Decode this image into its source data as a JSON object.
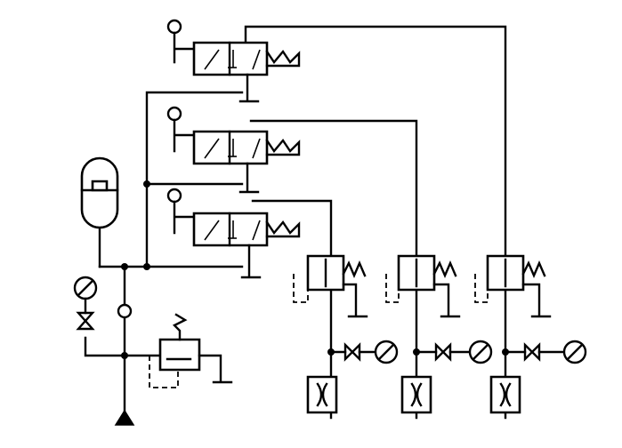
{
  "diagram": {
    "kind": "hydraulic-pneumatic schematic",
    "components": {
      "directional_valves": 3,
      "pressure_valves": 3,
      "throttle_valves": 3,
      "shutoff_valves": 4,
      "pressure_gauges": 4,
      "accumulator": 1,
      "pressure_relief_valve": 1,
      "pressure_source": 1
    },
    "labels": []
  }
}
